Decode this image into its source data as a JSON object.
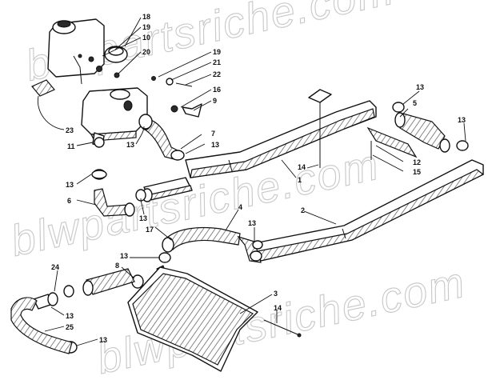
{
  "watermark": "blwpartsriche.com",
  "callouts": {
    "c18": "18",
    "c19a": "19",
    "c10": "10",
    "c20": "20",
    "c19b": "19",
    "c21": "21",
    "c22": "22",
    "c16": "16",
    "c9": "9",
    "c23": "23",
    "c11": "11",
    "c13a": "13",
    "c7": "7",
    "c13b": "13",
    "c13c": "13",
    "c6": "6",
    "c13d": "13",
    "c14a": "14",
    "c1": "1",
    "c13e": "13",
    "c5": "5",
    "c13f": "13",
    "c12": "12",
    "c15": "15",
    "c4": "4",
    "c13g": "13",
    "c17": "17",
    "c2": "2",
    "c13h": "13",
    "c8": "8",
    "c24": "24",
    "c13i": "13",
    "c25": "25",
    "c13j": "13",
    "c3": "3",
    "c14b": "14"
  }
}
